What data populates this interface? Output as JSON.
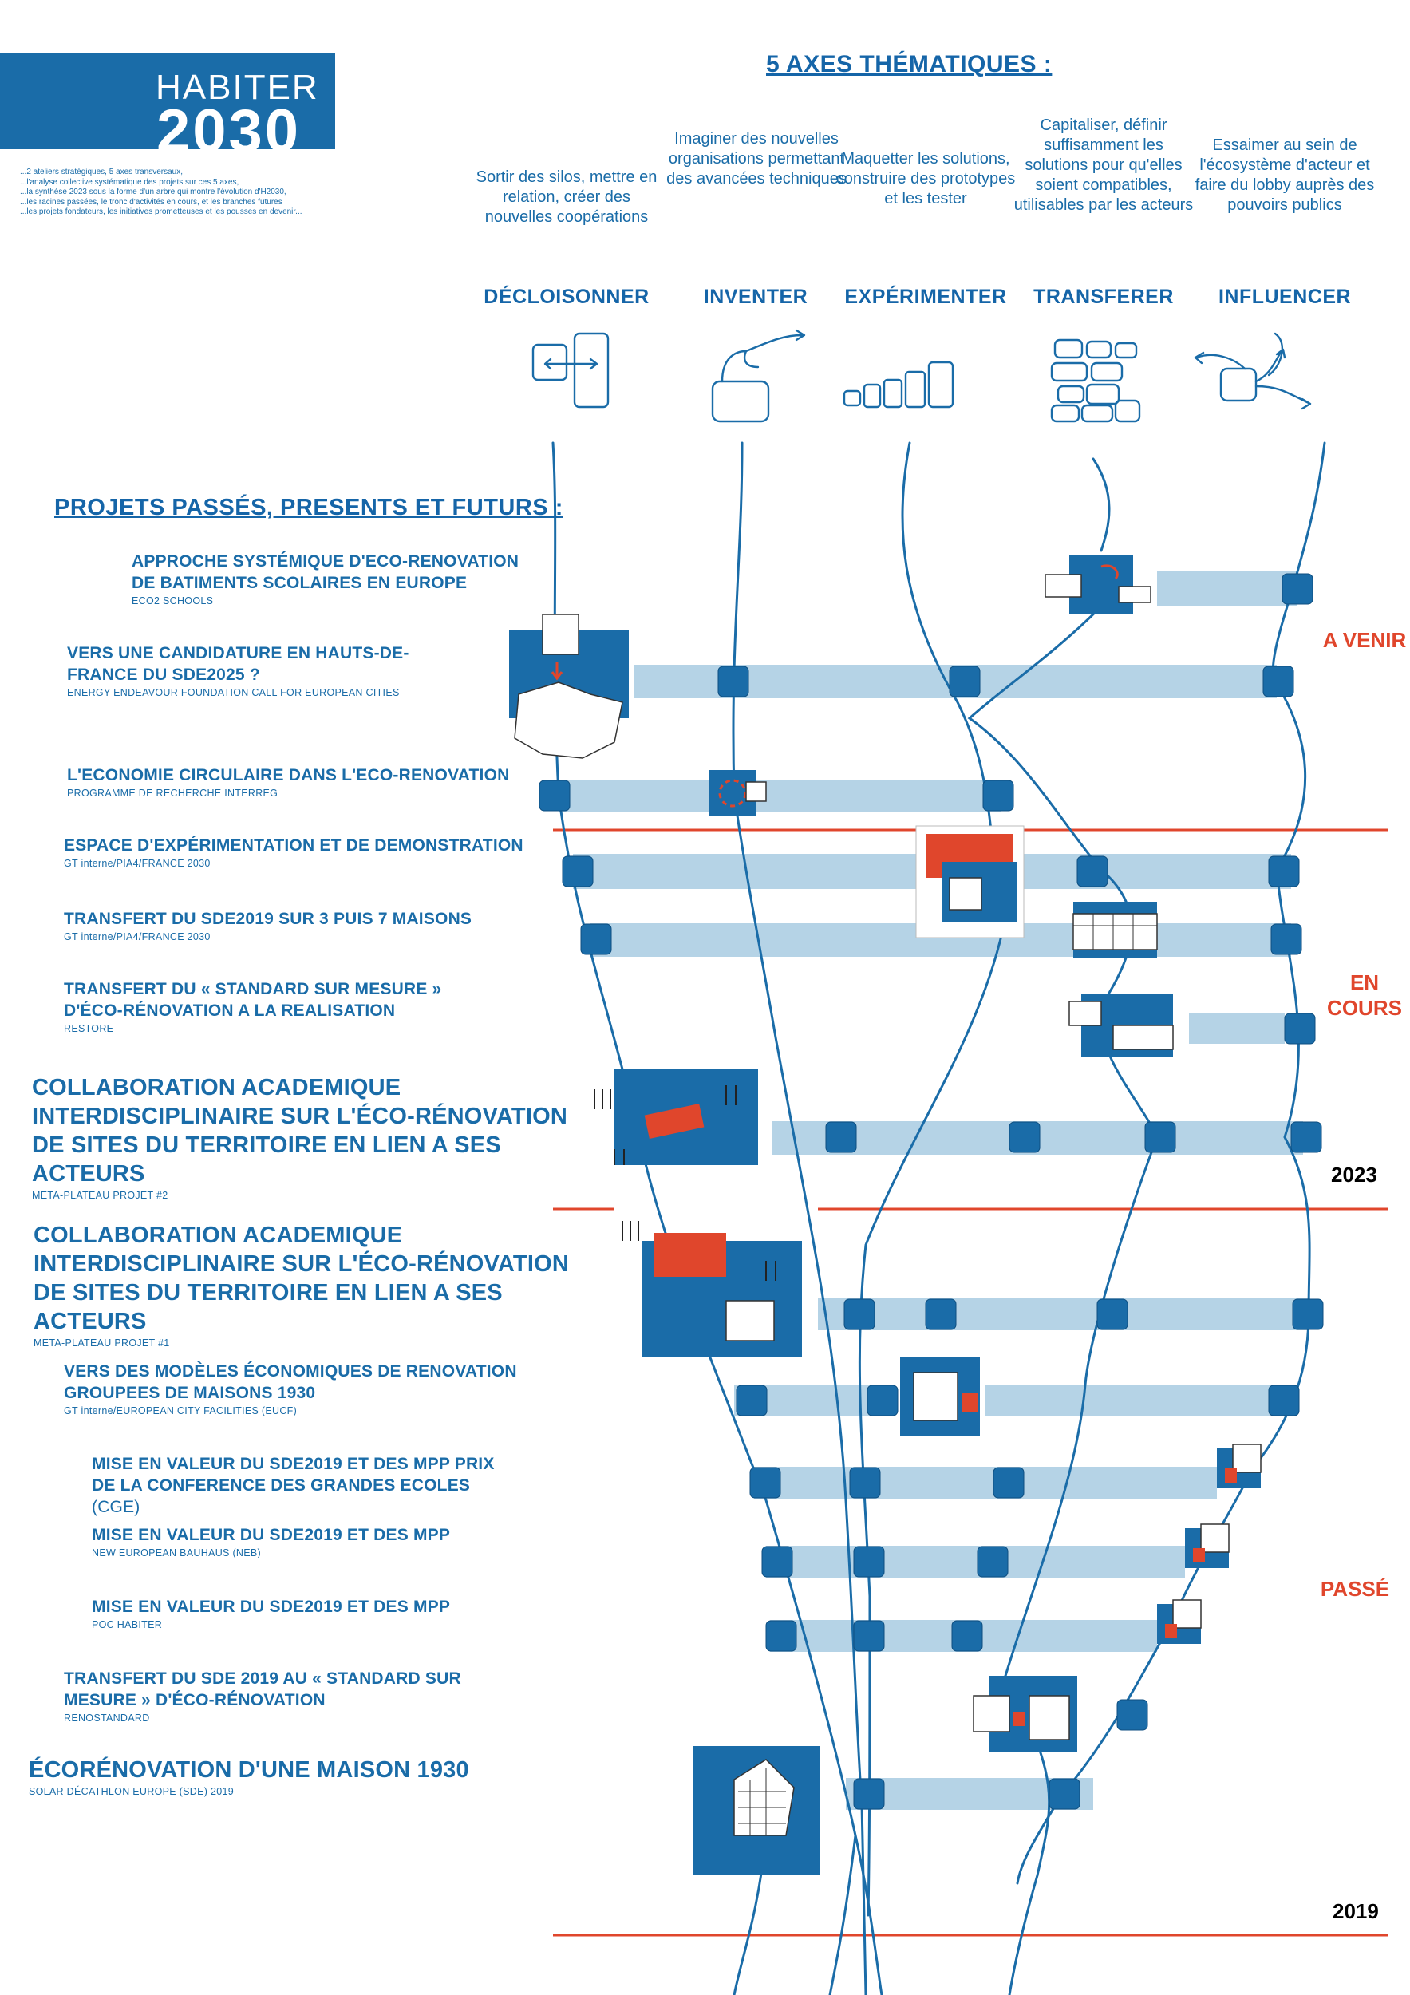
{
  "logo": {
    "word": "HABITER",
    "year": "2030"
  },
  "intro_lines": [
    "...2 ateliers stratégiques, 5 axes transversaux,",
    "...l'analyse collective systématique des projets sur ces 5 axes,",
    "...la synthèse 2023 sous la forme d'un arbre qui montre l'évolution d'H2030,",
    "...les racines passées, le tronc d'activités en cours, et les branches futures",
    "...les projets fondateurs, les initiatives prometteuses et les pousses en devenir..."
  ],
  "axes_title": "5 AXES THÉMATIQUES :",
  "axes": [
    {
      "name": "DÉCLOISONNER",
      "desc": "Sortir des silos, mettre en relation, créer des nouvelles coopérations",
      "icon": "connect-boxes-icon"
    },
    {
      "name": "INVENTER",
      "desc": "Imaginer des nouvelles organisations permettant des avancées techniques",
      "icon": "sprouting-box-icon"
    },
    {
      "name": "EXPÉRIMENTER",
      "desc": "Maquetter les solutions, construire des prototypes et les tester",
      "icon": "prototype-blocks-icon"
    },
    {
      "name": "TRANSFERER",
      "desc": "Capitaliser, définir suffisamment les solutions pour qu'elles soient compatibles, utilisables par les acteurs",
      "icon": "stacked-blocks-icon"
    },
    {
      "name": "INFLUENCER",
      "desc": "Essaimer au sein de l'écosystème d'acteur et faire du lobby auprès des pouvoirs publics",
      "icon": "spreading-arrows-icon"
    }
  ],
  "section_title": "PROJETS PASSÉS, PRESENTS ET FUTURS :",
  "projects": [
    {
      "title": "APPROCHE SYSTÉMIQUE D'ECO-RENOVATION DE BATIMENTS SCOLAIRES EN EUROPE",
      "sub": "ECO2 SCHOOLS"
    },
    {
      "title": "VERS UNE CANDIDATURE EN HAUTS-DE-FRANCE DU SDE2025 ?",
      "sub": "ENERGY ENDEAVOUR FOUNDATION CALL FOR EUROPEAN CITIES"
    },
    {
      "title": "L'ECONOMIE CIRCULAIRE DANS L'ECO-RENOVATION",
      "sub": "PROGRAMME DE RECHERCHE INTERREG"
    },
    {
      "title": "ESPACE D'EXPÉRIMENTATION ET DE DEMONSTRATION",
      "sub": "GT interne/PIA4/FRANCE 2030"
    },
    {
      "title": "TRANSFERT DU SDE2019 SUR 3 PUIS 7 MAISONS",
      "sub": "GT interne/PIA4/FRANCE 2030"
    },
    {
      "title": "TRANSFERT DU « STANDARD SUR MESURE » D'ÉCO-RÉNOVATION A LA REALISATION",
      "sub": "RESTORE"
    },
    {
      "title": "COLLABORATION ACADEMIQUE INTERDISCIPLINAIRE SUR L'ÉCO-RÉNOVATION DE SITES DU TERRITOIRE EN LIEN A SES ACTEURS",
      "sub": "META-PLATEAU PROJET #2"
    },
    {
      "title": "COLLABORATION ACADEMIQUE INTERDISCIPLINAIRE SUR L'ÉCO-RÉNOVATION DE SITES DU TERRITOIRE EN LIEN A SES ACTEURS",
      "sub": "META-PLATEAU PROJET #1"
    },
    {
      "title": "VERS DES MODÈLES ÉCONOMIQUES DE RENOVATION GROUPEES  DE MAISONS 1930",
      "sub": "GT interne/EUROPEAN CITY FACILITIES (EUCF)"
    },
    {
      "title": "MISE EN VALEUR DU SDE2019 ET DES MPP PRIX DE LA CONFERENCE DES GRANDES ECOLES",
      "title_extra": "(CGE)",
      "sub": ""
    },
    {
      "title": "MISE EN VALEUR DU SDE2019 ET DES MPP",
      "sub": "NEW EUROPEAN BAUHAUS (NEB)"
    },
    {
      "title": "MISE EN VALEUR DU SDE2019 ET DES MPP",
      "sub": "POC HABITER"
    },
    {
      "title": "TRANSFERT DU SDE 2019 AU « STANDARD SUR MESURE » D'ÉCO-RÉNOVATION",
      "sub": "RENOSTANDARD"
    },
    {
      "title": "ÉCORÉNOVATION D'UNE MAISON 1930",
      "sub": "SOLAR DÉCATHLON EUROPE (SDE) 2019"
    }
  ],
  "periods": {
    "future": "A VENIR",
    "current": "EN COURS",
    "past": "PASSÉ"
  },
  "years": {
    "current": "2023",
    "start": "2019"
  },
  "colors": {
    "blue": "#1a6ca8",
    "light_band": "#b5d3e6",
    "red": "#e0462c"
  }
}
